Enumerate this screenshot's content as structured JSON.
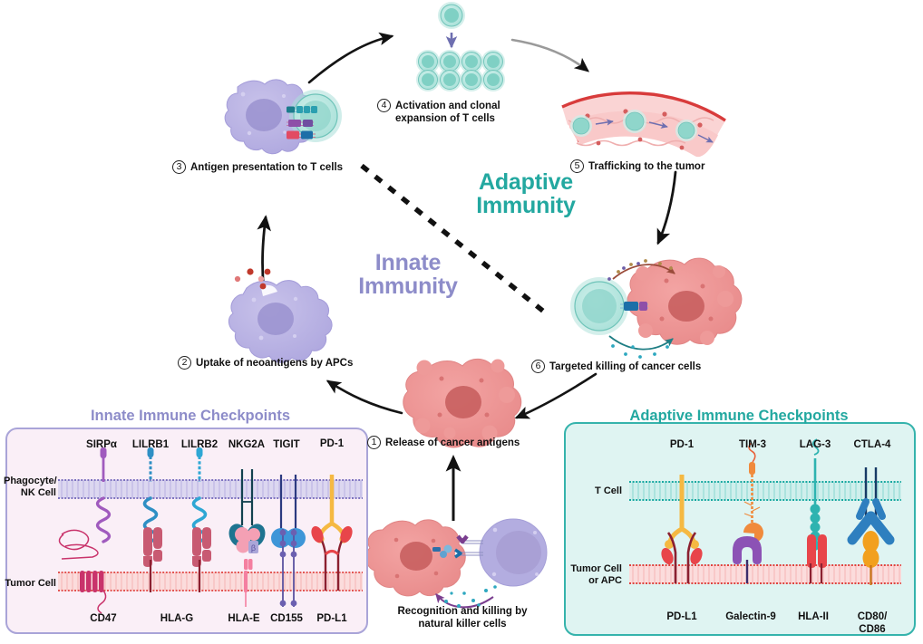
{
  "diagram": {
    "title_adaptive": "Adaptive\nImmunity",
    "title_innate": "Innate\nImmunity",
    "colors": {
      "adaptive_teal": "#23A8A0",
      "innate_purple": "#8D8CC9",
      "tumor_red": "#E8878A",
      "tcell_teal": "#9BDDD6",
      "apc_purple": "#B3AEE0"
    }
  },
  "cycle_steps": [
    {
      "num": "1",
      "label": "Release of cancer antigens"
    },
    {
      "num": "2",
      "label": "Uptake of neoantigens by APCs"
    },
    {
      "num": "3",
      "label": "Antigen presentation to T cells"
    },
    {
      "num": "4",
      "label": "Activation and clonal\nexpansion of T cells"
    },
    {
      "num": "5",
      "label": "Trafficking  to the tumor"
    },
    {
      "num": "6",
      "label": "Targeted killing of cancer cells"
    }
  ],
  "nk_caption": "Recognition and killing by\nnatural killer cells",
  "innate_panel": {
    "title": "Innate Immune Checkpoints",
    "row_top_label": "Phagocyte/\nNK Cell",
    "row_bottom_label": "Tumor Cell",
    "receptors": [
      "SIRPα",
      "LILRB1",
      "LILRB2",
      "NKG2A",
      "TIGIT",
      "PD-1"
    ],
    "ligands": [
      "CD47",
      "HLA-G",
      "HLA-E",
      "CD155",
      "PD-L1"
    ],
    "pairs": [
      {
        "receptor": "SIRPα",
        "ligand": "CD47",
        "receptor_color": "#A05BBE",
        "ligand_color": "#C9336B"
      },
      {
        "receptor": "LILRB1",
        "ligand": "HLA-G",
        "receptor_color": "#2E8FC4",
        "ligand_color": "#C85A72"
      },
      {
        "receptor": "LILRB2",
        "ligand": "HLA-G",
        "receptor_color": "#2EA7D4",
        "ligand_color": "#C85A72"
      },
      {
        "receptor": "NKG2A",
        "ligand": "HLA-E",
        "receptor_color": "#1E7490",
        "ligand_color": "#F4A0B4"
      },
      {
        "receptor": "TIGIT",
        "ligand": "CD155",
        "receptor_color": "#3E96D8",
        "ligand_color": "#6B5FB0"
      },
      {
        "receptor": "PD-1",
        "ligand": "PD-L1",
        "receptor_color": "#F5B942",
        "ligand_color": "#E8454A"
      }
    ]
  },
  "adaptive_panel": {
    "title": "Adaptive Immune Checkpoints",
    "row_top_label": "T Cell",
    "row_bottom_label": "Tumor Cell\nor APC",
    "receptors": [
      "PD-1",
      "TIM-3",
      "LAG-3",
      "CTLA-4"
    ],
    "ligands": [
      "PD-L1",
      "Galectin-9",
      "HLA-II",
      "CD80/\nCD86"
    ],
    "pairs": [
      {
        "receptor": "PD-1",
        "ligand": "PD-L1",
        "receptor_color": "#F5B942",
        "ligand_color": "#E8454A"
      },
      {
        "receptor": "TIM-3",
        "ligand": "Galectin-9",
        "receptor_color": "#F08A3C",
        "ligand_color": "#8C52B5"
      },
      {
        "receptor": "LAG-3",
        "ligand": "HLA-II",
        "receptor_color": "#2EB3B0",
        "ligand_color": "#E8454A"
      },
      {
        "receptor": "CTLA-4",
        "ligand": "CD80/\nCD86",
        "receptor_color": "#2E7FBF",
        "ligand_color": "#F2A01E"
      }
    ]
  }
}
